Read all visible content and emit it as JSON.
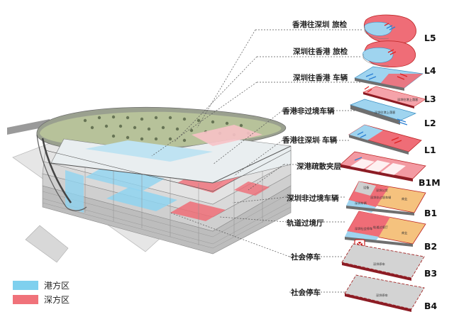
{
  "labels": {
    "l5": "香港往深圳 旅检",
    "l4": "深圳往香港 旅检",
    "l3": "深圳往香港 车辆",
    "l2": "香港非过境车辆",
    "l1": "香港往深圳 车辆",
    "b1m": "深港疏散夹层",
    "b1": "深圳非过境车辆",
    "b2": "轨道过境厅",
    "b3": "社会停车",
    "b4": "社会停车"
  },
  "levels": [
    "L5",
    "L4",
    "L3",
    "L2",
    "L1",
    "B1M",
    "B1",
    "B2",
    "B3",
    "B4"
  ],
  "tiny_text": {
    "l3_note": "深圳往港上落客",
    "l2_note": "深圳往港上落客",
    "b1_a": "深圳公交",
    "b1_b": "深圳非过境车辆",
    "b1_c": "商业",
    "b1_d": "设备",
    "b1_e": "深圳车辆",
    "b2_a": "深圳社会停车",
    "b2_b": "轨道过境厅",
    "b2_c": "商业",
    "b3_a": "深圳停车",
    "b4_a": "深圳停车"
  },
  "legend": [
    {
      "label": "港方区",
      "color": "#7fd0ee"
    },
    {
      "label": "深方区",
      "color": "#f0727a"
    }
  ],
  "colors": {
    "hk_blue": "#8ed3f0",
    "sz_red": "#ef6d77",
    "orange": "#f5c27e",
    "grey_slab": "#cfcfcf",
    "dark_line": "#333333"
  },
  "icons": [
    "metro-icon"
  ]
}
